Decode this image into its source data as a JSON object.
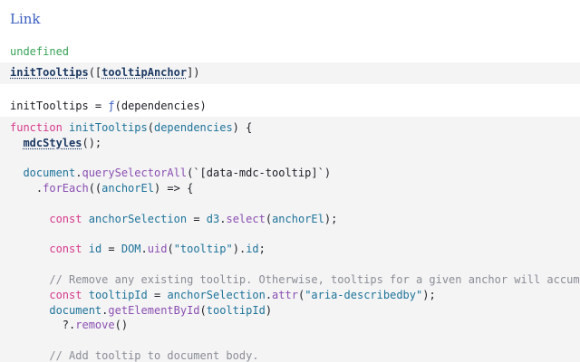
{
  "header": {
    "title": "Link"
  },
  "outputs": {
    "undefined_text": "undefined"
  },
  "import_cell": {
    "fn_name": "initTooltips",
    "arg_name": "tooltipAnchor",
    "open": "([",
    "close": "])"
  },
  "assign_cell": {
    "name": "initTooltips",
    "eq": " = ",
    "fsym": "ƒ",
    "params": "(dependencies)"
  },
  "code": {
    "l1_kw": "function",
    "l1_name": "initTooltips",
    "l1_param": "dependencies",
    "l1_tail": ") {",
    "l2_call": "mdcStyles",
    "l2_tail": "();",
    "l3_obj": "document",
    "l3_method": "querySelectorAll",
    "l3_str": "`[data-mdc-tooltip]`",
    "l4_method": "forEach",
    "l4_param": "anchorEl",
    "l4_tail": ") => {",
    "l5_kw": "const",
    "l5_var": "anchorSelection",
    "l5_obj": "d3",
    "l5_method": "select",
    "l5_arg": "anchorEl",
    "l6_kw": "const",
    "l6_var": "id",
    "l6_obj": "DOM",
    "l6_method": "uid",
    "l6_str": "\"tooltip\"",
    "l6_prop": "id",
    "l7_comment": "// Remove any existing tooltip. Otherwise, tooltips for a given anchor will accumulate.",
    "l8_kw": "const",
    "l8_var": "tooltipId",
    "l8_obj": "anchorSelection",
    "l8_method": "attr",
    "l8_str": "\"aria-describedby\"",
    "l9_obj": "document",
    "l9_method": "getElementById",
    "l9_arg": "tooltipId",
    "l10_method": "remove",
    "l11_comment": "// Add tooltip to document body."
  }
}
